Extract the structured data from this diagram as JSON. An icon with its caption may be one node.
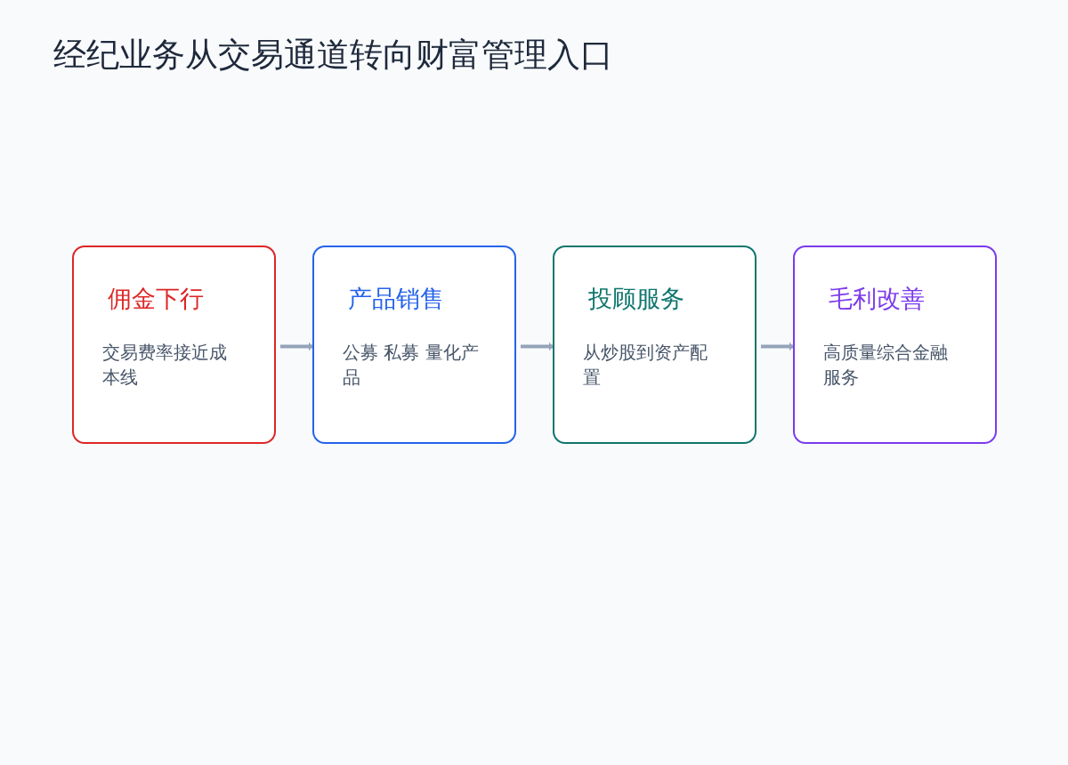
{
  "diagram": {
    "title": "经纪业务从交易通道转向财富管理入口",
    "nodes": [
      {
        "text": [
          "佣金下行",
          "交易费率接近成本线"
        ]
      },
      {
        "text": [
          "产品销售",
          "公募 私募 量化产品"
        ]
      },
      {
        "text": [
          "投顾服务",
          "从炒股到资产配置"
        ]
      },
      {
        "text": [
          "毛利改善",
          "高质量综合金融服务"
        ]
      }
    ],
    "edges": [
      {
        "from": 0,
        "to": 1,
        "arrow": "to"
      },
      {
        "from": 1,
        "to": 2,
        "arrow": "to"
      },
      {
        "from": 2,
        "to": 3,
        "arrow": "to"
      }
    ]
  }
}
